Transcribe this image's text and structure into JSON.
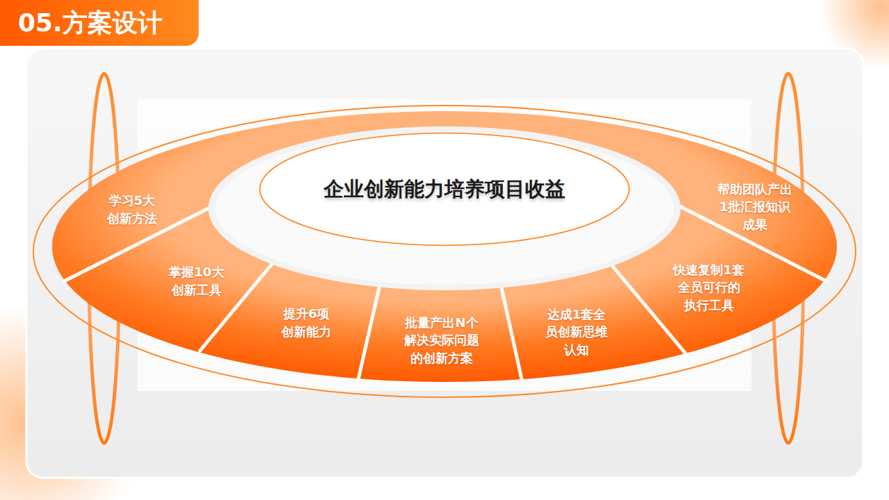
{
  "diagram": {
    "title": "05.方案设计",
    "nodes": [
      {
        "text": [
          "企业创新能力培养项目收益"
        ]
      },
      {
        "text": [
          "学习5大 创新方法"
        ]
      },
      {
        "text": [
          "掌握10大 创新工具"
        ]
      },
      {
        "text": [
          "提升6项 创新能力"
        ]
      },
      {
        "text": [
          "批量产出N个 解决实际问题 的创新方案"
        ]
      },
      {
        "text": [
          "达成1套全 员创新思维 认知"
        ]
      },
      {
        "text": [
          "快速复制1套 全员可行的 执行工具"
        ]
      },
      {
        "text": [
          "帮助团队产出 1批汇报知识 成果"
        ]
      }
    ]
  }
}
